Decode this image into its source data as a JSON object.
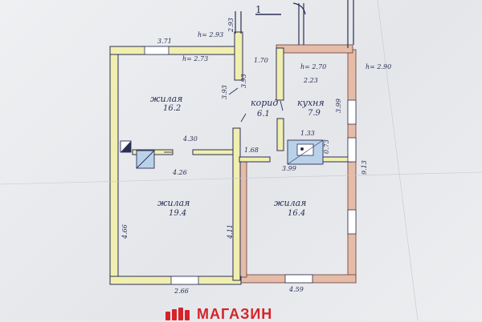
{
  "apartment_number": "1",
  "rooms": {
    "living_top": {
      "name": "жилая",
      "area": "16.2"
    },
    "living_bottom_left": {
      "name": "жилая",
      "area": "19.4"
    },
    "corridor": {
      "name": "корид",
      "area": "6.1"
    },
    "kitchen": {
      "name": "кухня",
      "area": "7.9"
    },
    "living_bottom_right": {
      "name": "жилая",
      "area": "16.4"
    }
  },
  "dimensions": {
    "top_room_width": "3.71",
    "ceiling_height_1": "h= 2.93",
    "ceiling_height_2": "h= 2.73",
    "ceiling_height_3": "h= 2.70",
    "ceiling_height_4": "h= 2.90",
    "wall_top": "2.93",
    "corridor_width": "1.70",
    "kitchen_length": "2.23",
    "room_depth_a": "3.93",
    "room_depth_b": "3.93",
    "partition_length": "4.30",
    "middle_length": "4.26",
    "left_height": "4.66",
    "center_height": "4.11",
    "corridor_short": "1.68",
    "kitchen_side": "3.99",
    "right_height": "9.13",
    "kitchen_small": "1.33",
    "kitchen_diag": "0.73",
    "kitchen_bottom": "3.99",
    "bottom_left_width": "2.66",
    "bottom_right_width": "4.59"
  },
  "brand": {
    "text": "МАГАЗИН",
    "color": "#d4242a"
  },
  "colors": {
    "wall_fill": "#f1efb0",
    "wall_line": "#2b2f55",
    "extension": "#e4bca8"
  }
}
